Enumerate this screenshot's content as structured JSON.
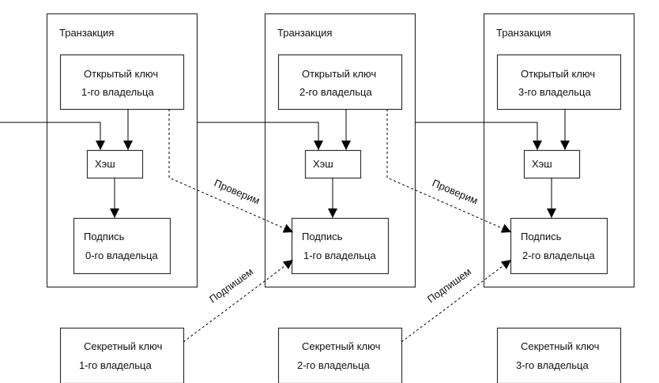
{
  "diagram": {
    "transactions": [
      {
        "title": "Транзакция",
        "public_key": [
          "Открытый ключ",
          "1-го владельца"
        ],
        "hash": "Хэш",
        "signature": [
          "Подпись",
          "0-го владельца"
        ]
      },
      {
        "title": "Транзакция",
        "public_key": [
          "Открытый ключ",
          "2-го владельца"
        ],
        "hash": "Хэш",
        "signature": [
          "Подпись",
          "1-го владельца"
        ]
      },
      {
        "title": "Транзакция",
        "public_key": [
          "Открытый ключ",
          "3-го владельца"
        ],
        "hash": "Хэш",
        "signature": [
          "Подпись",
          "2-го владельца"
        ]
      }
    ],
    "secret_keys": [
      [
        "Секретный ключ",
        "1-го владельца"
      ],
      [
        "Секретный ключ",
        "2-го владельца"
      ],
      [
        "Секретный ключ",
        "3-го владельца"
      ]
    ],
    "edge_labels": {
      "verify": "Проверим",
      "sign": "Подпишем"
    }
  }
}
